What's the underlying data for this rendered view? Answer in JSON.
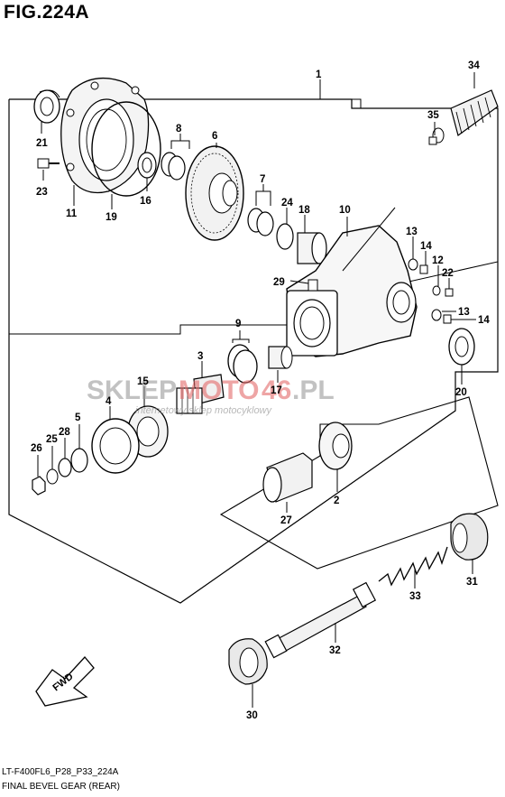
{
  "figure": {
    "title": "FIG.224A",
    "code": "LT-F400FL6_P28_P33_224A",
    "name": "FINAL BEVEL GEAR (REAR)"
  },
  "watermark": {
    "text_part1": "SKLEP",
    "text_part2": "MOTO",
    "text_part3": "46",
    "text_part4": ".PL",
    "subtitle": "internetowy sklep motocyklowy",
    "color_gray": "#9a9a9a",
    "color_red": "#e36a6a"
  },
  "direction_label": "FWD",
  "callouts": [
    "1",
    "2",
    "3",
    "4",
    "5",
    "6",
    "7",
    "8",
    "9",
    "10",
    "11",
    "12",
    "13",
    "13",
    "14",
    "14",
    "15",
    "16",
    "17",
    "18",
    "19",
    "20",
    "21",
    "22",
    "23",
    "24",
    "25",
    "26",
    "27",
    "28",
    "29",
    "30",
    "31",
    "32",
    "33",
    "34",
    "35"
  ]
}
